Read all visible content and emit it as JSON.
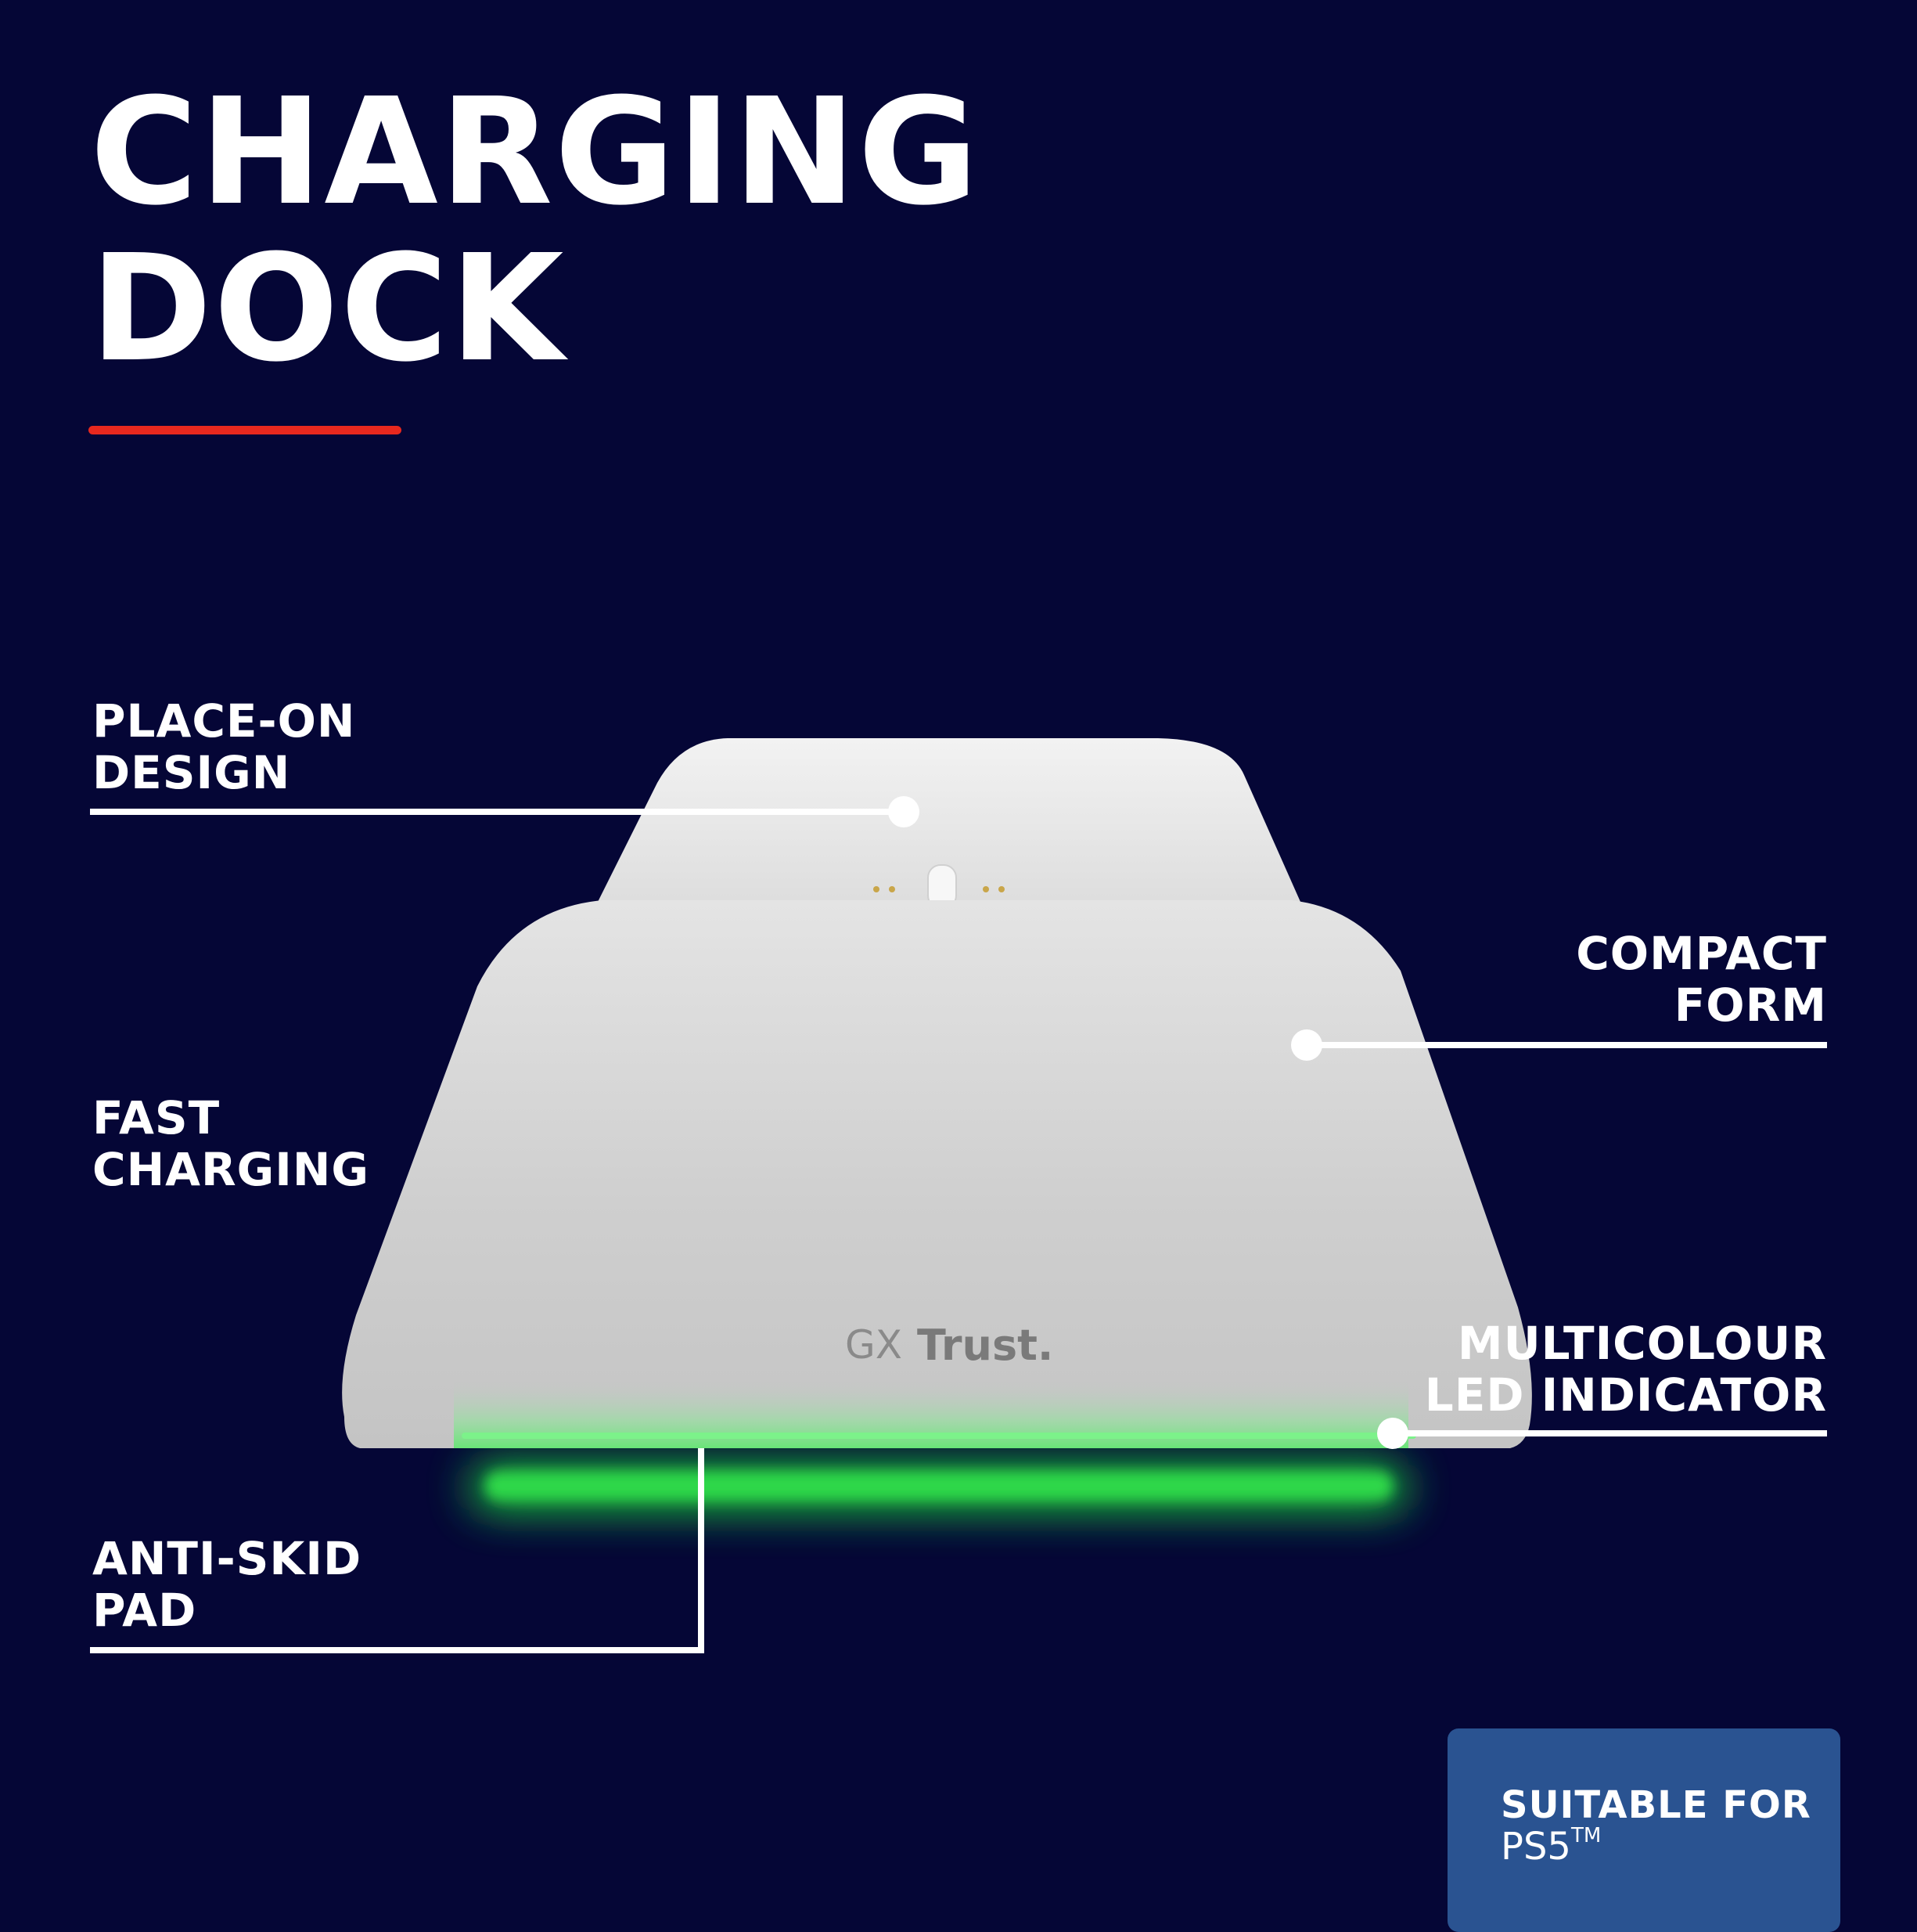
{
  "title": {
    "line1": "CHARGING",
    "line2": "DOCK"
  },
  "features": {
    "place_on": {
      "line1": "PLACE-ON",
      "line2": "DESIGN"
    },
    "fast_charging": {
      "line1": "FAST",
      "line2": "CHARGING"
    },
    "anti_skid": {
      "line1": "ANTI-SKID",
      "line2": "PAD"
    },
    "compact": {
      "line1": "COMPACT",
      "line2": "FORM"
    },
    "led": {
      "line1": "MULTICOLOUR",
      "line2": "LED INDICATOR"
    }
  },
  "product": {
    "brand_gx": "GX",
    "brand_name": "Trust.",
    "led_color": "#3ee65a",
    "body_color": "#e2e2e2"
  },
  "badge": {
    "line1": "SUITABLE FOR",
    "line2": "PS5",
    "line2_sup": "TM"
  },
  "colors": {
    "background": "#050636",
    "accent": "#e8281e",
    "badge": "#2a5391"
  }
}
